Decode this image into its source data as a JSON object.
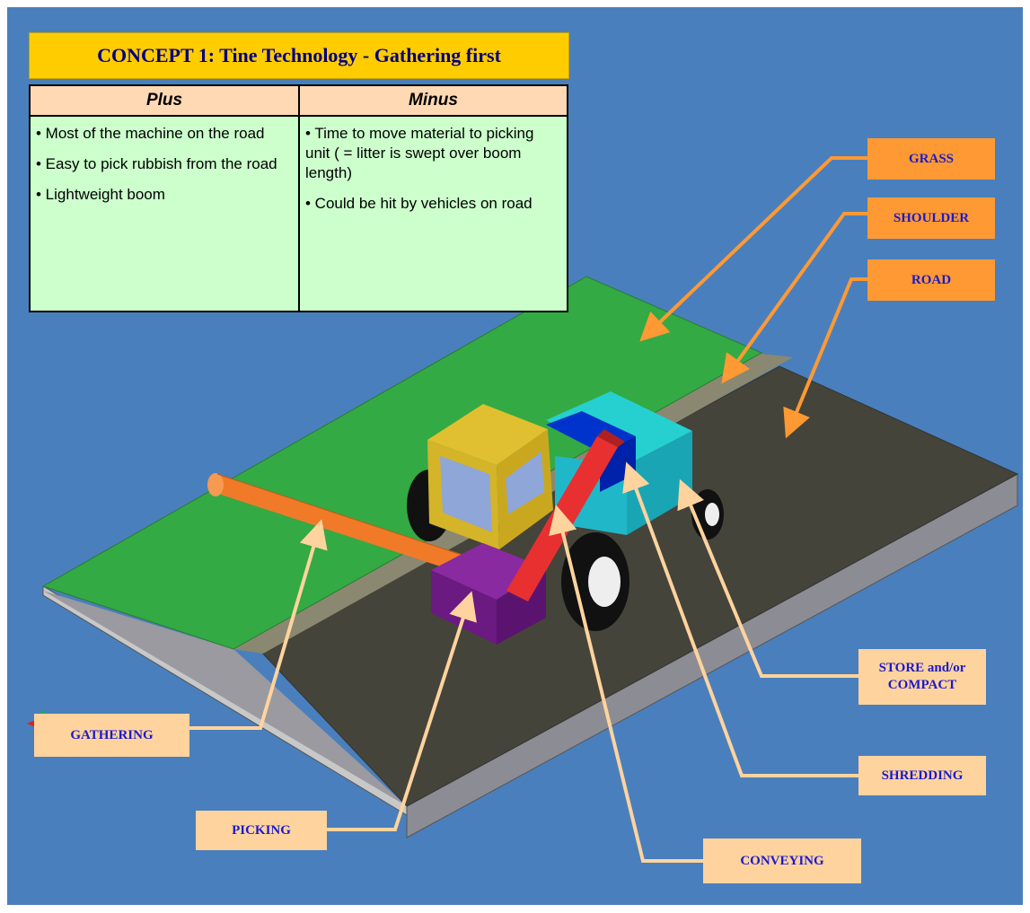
{
  "title": "CONCEPT 1: Tine Technology - Gathering first",
  "table": {
    "plus_header": "Plus",
    "minus_header": "Minus",
    "plus_items": [
      "• Most of the machine on the road",
      "• Easy to pick rubbish from the road",
      "• Lightweight boom"
    ],
    "minus_items": [
      "• Time to move material to picking unit ( = litter is swept over boom length)",
      "• Could be hit by vehicles on road"
    ]
  },
  "labels": {
    "grass": "GRASS",
    "shoulder": "SHOULDER",
    "road": "ROAD",
    "store_line1": "STORE and/or",
    "store_line2": "COMPACT",
    "shredding": "SHREDDING",
    "gathering": "GATHERING",
    "picking": "PICKING",
    "conveying": "CONVEYING"
  },
  "colors": {
    "background": "#4a7fbd",
    "grass": "#33aa44",
    "shoulder": "#8a8870",
    "road": "#45443a",
    "title_banner": "#ffcc00",
    "table_header": "#ffd9b3",
    "table_body": "#ccffcc",
    "label_surface": "#ff9933",
    "label_machine": "#ffd39e",
    "label_text": "#1a1acc"
  }
}
